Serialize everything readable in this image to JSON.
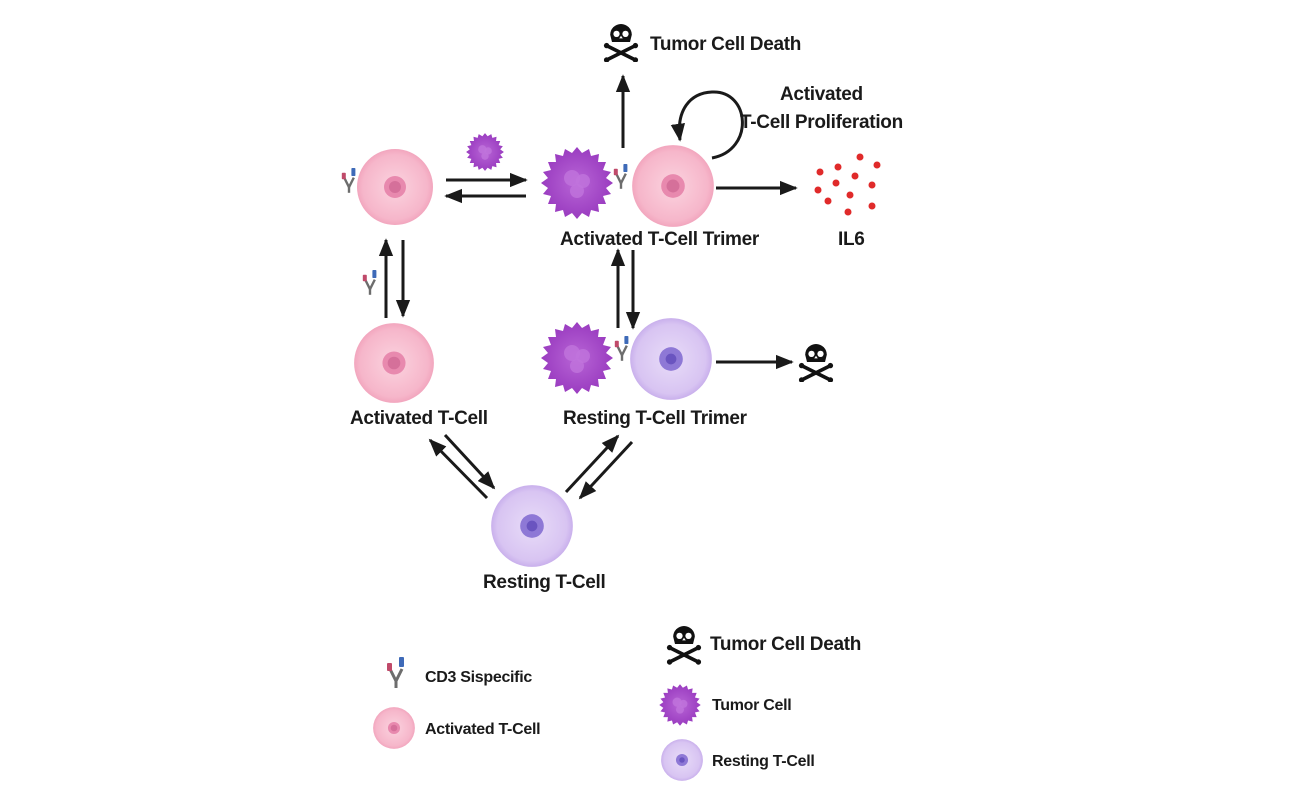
{
  "diagram": {
    "title_nodes": {
      "tumor_cell_death_top": "Tumor Cell Death",
      "proliferation_line1": "Activated",
      "proliferation_line2": "T-Cell Proliferation",
      "activated_trimer": "Activated T-Cell Trimer",
      "il6": "IL6",
      "activated_tcell": "Activated T-Cell",
      "resting_trimer": "Resting T-Cell Trimer",
      "resting_tcell": "Resting T-Cell"
    },
    "legend": {
      "items": [
        {
          "icon": "cd3-bispecific-icon",
          "label": "CD3 Sispecific"
        },
        {
          "icon": "activated-tcell-icon",
          "label": "Activated T-Cell"
        },
        {
          "icon": "skull-crossbones-icon",
          "label": "Tumor Cell Death"
        },
        {
          "icon": "tumor-cell-icon",
          "label": "Tumor Cell"
        },
        {
          "icon": "resting-tcell-icon",
          "label": "Resting T-Cell"
        }
      ]
    },
    "colors": {
      "activated_cell": "#f7b8cc",
      "activated_nucleus": "#e07aa5",
      "resting_cell": "#d9c5f2",
      "resting_nucleus": "#7a62c9",
      "tumor_cell": "#a648c9",
      "il6_dots": "#e02a2a",
      "arrow": "#1a1a1a"
    }
  }
}
